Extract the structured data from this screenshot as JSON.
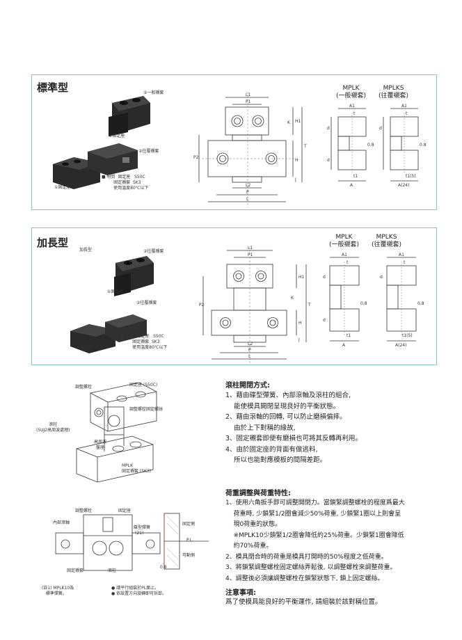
{
  "panel1": {
    "title": "標準型",
    "labels": {
      "bushing": "②一般襯套",
      "fixed_seat_a": "①固定座",
      "retract_bushing": "②往覆襯套",
      "fixed_seat_b": "①固定座"
    },
    "material_note": "■ 材質  固定座   S50C\n         固定襯套  SK3\n         使用溫度80℃以下",
    "mplk": "MPLK\n(一般襯套)",
    "mplks": "MPLKS\n(往覆襯套)",
    "dims": {
      "L1": "L1",
      "P1": "P1",
      "P2": "P2",
      "K": "K",
      "H1": "H1",
      "H": "H",
      "T": "T",
      "J": "J",
      "L2": "L2",
      "P": "P",
      "L": "L",
      "A1": "A1",
      "t": "t",
      "d": "d",
      "v08": "0.8",
      "t1": "t1",
      "A": "A",
      "t1_5": "t1(5)",
      "A24": "A(24)"
    }
  },
  "panel2": {
    "title": "加長型",
    "subtitle": "加長型",
    "labels": {
      "bushing": "②往覆襯套",
      "fixed_seat_a": "①固定座",
      "retract_bushing": "②往覆襯套",
      "fixed_seat_b": "①固定座"
    },
    "material_note": "■ 材質  固定座   S50C\n         固定襯套  SK3\n         使用溫度80℃以下",
    "mplk": "MPLK\n(一般襯套)",
    "mplks": "MPLKS\n(往覆襯套)"
  },
  "iso_diagram": {
    "labels": {
      "adjust_screw": "調整螺栓",
      "fixed_seat": "固定座 (S50C)",
      "adjust_lock": "調整螺栓固定螺絲",
      "roller": "滾柱\n(SUJ2高周波處理)",
      "spring_plate": "高周波\n盤座",
      "bushing": "MPLK\n固定襯套 (SK3)"
    }
  },
  "section_diagram": {
    "labels": {
      "adjust_screw": "調整螺栓",
      "inner_shaft": "內部滾軸",
      "fixed_seat": "固定座",
      "spring": "碟型彈簧",
      "spring_note": "(21)",
      "bushing": "固定襯套",
      "roller": "滾柱",
      "fixed_side": "固定側",
      "pl": "P.L.",
      "movable_side": "可動側",
      "v08": "0.8"
    },
    "footnote_left": "(註1) MPLK10為\n   標準彈簧。",
    "footnote_right": "● 請平行組裝於PL面上。\n● 依設置方向旋轉即可拆卸。"
  },
  "sections": {
    "roller_open": {
      "title": "滾柱開閉方式:",
      "lines": [
        "1、藉由碟型彈簧、內部滾軸及滾柱的組合,",
        "    能使模具開閉呈現良好的平衡狀態。",
        "2、藉由滾軸的回轉, 可以防止磨損偏摔。",
        "    由於上下對稱的緣故,",
        "3、固定襯套即便有磨損也可將其反轉再利用。",
        "4、由於固定座的背面有做逃料,",
        "    所以也能對應模板的間隔差距。"
      ]
    },
    "load_adjust": {
      "title": "荷重調整與荷重特性:",
      "lines": [
        "1、使用六角扳手即可調整開閉力。當鎖緊調整螺栓的程度爲最大",
        "    荷重時, 少鎖緊1/2圈會減少50%荷重, 少鎖緊1圈以上則會呈",
        "    現0荷重的狀態。",
        "    ※MPLK10少鎖緊1/2圈會降低約25%荷重。少鎖緊1圈會降低",
        "    約70%荷重。",
        "2、模具閉合時的荷重是模具打開時的50%程度之低荷重。",
        "3、將鎖緊調整螺栓固定螺絲弄鬆後, 以調整螺栓來調整荷重。",
        "4、調整後必須讓調整螺栓在鎖緊狀態下, 鎖上固定螺絲。"
      ]
    },
    "notes": {
      "title": "注意事項:",
      "lines": [
        "爲了使模具能良好的平衡運作, 請組裝於該對稱位置。"
      ]
    }
  }
}
